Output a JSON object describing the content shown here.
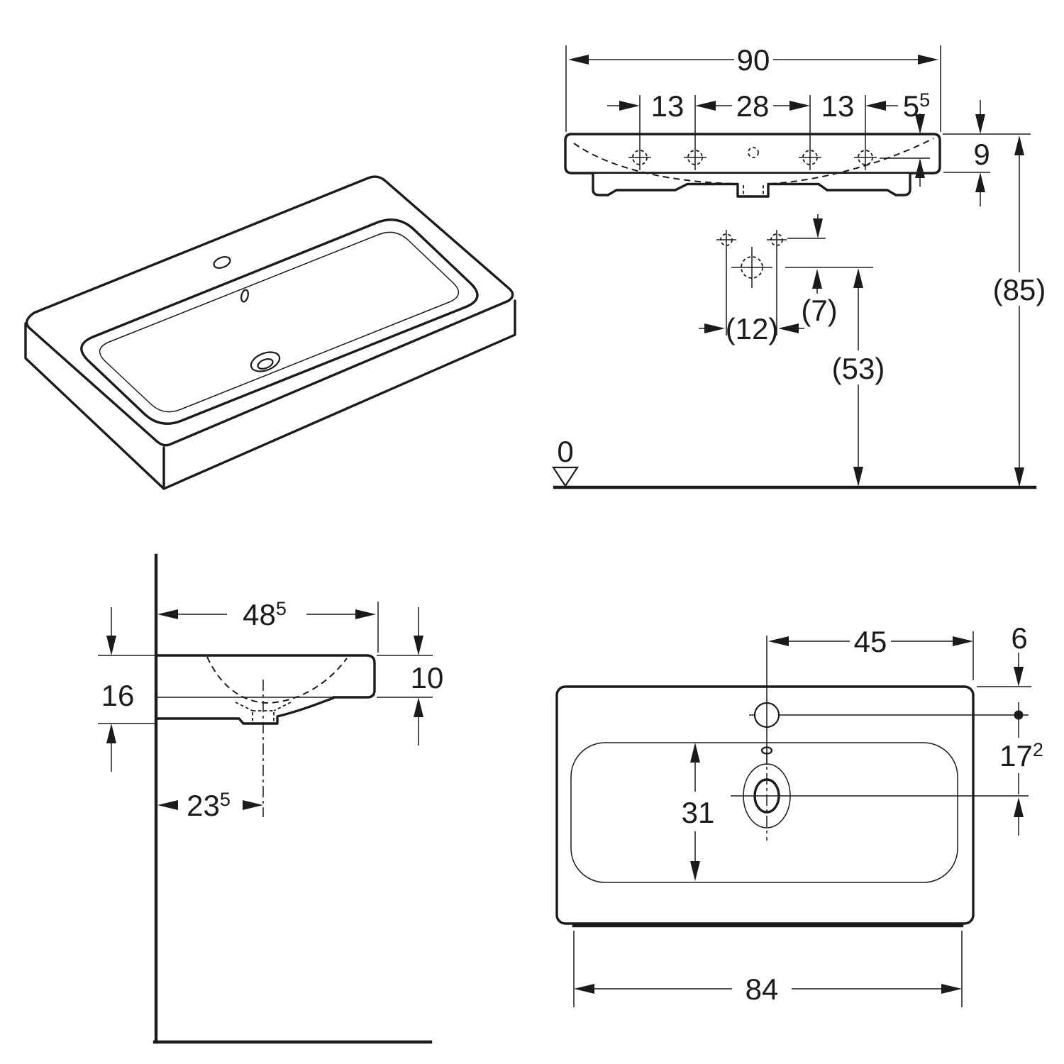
{
  "colors": {
    "line": "#1b1b1b",
    "background": "#ffffff"
  },
  "front_view": {
    "overall_width": "90",
    "tap_spacing_left": "13",
    "tap_spacing_center": "28",
    "tap_spacing_right": "13",
    "tap_edge_value": "5",
    "tap_edge_sup": "5",
    "rim_height": "9",
    "height_overall": "(85)",
    "height_drain": "(53)",
    "mount_spacing": "(12)",
    "mount_offset": "(7)",
    "datum_zero": "0"
  },
  "side_view": {
    "depth_value": "48",
    "depth_sup": "5",
    "back_height": "16",
    "front_edge_height": "10",
    "drain_offset_value": "23",
    "drain_offset_sup": "5"
  },
  "plan_view": {
    "tap_to_edge": "45",
    "tap_back_offset": "6",
    "tap_to_drain_value": "17",
    "tap_to_drain_sup": "2",
    "bowl_depth": "31",
    "lower_edge_width": "84"
  }
}
